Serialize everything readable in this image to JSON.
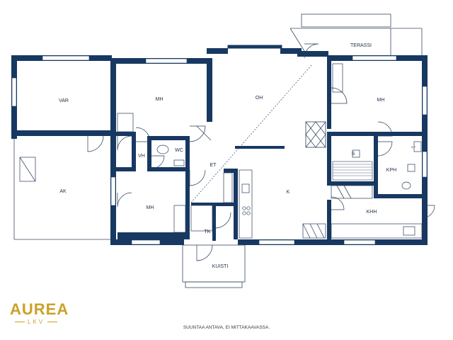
{
  "rooms": {
    "var": "VAR",
    "mh_left": "MH",
    "oh": "OH",
    "mh_right": "MH",
    "terassi": "TERASSI",
    "vh": "VH",
    "wc": "WC",
    "et": "ET",
    "s": "S",
    "kph": "KPH",
    "ak": "AK",
    "k": "K",
    "mh_bottom": "MH",
    "khh": "KHH",
    "tk": "TK",
    "kuisti": "KUISTI"
  },
  "fixture_labels": {
    "ilp": "ILP"
  },
  "note": "SUUNTAA ANTAVA, EI MITTAKAAVASSA.",
  "logo": {
    "main": "AUREA",
    "sub": "LKV"
  },
  "colors": {
    "wall": "#173861",
    "brand": "#c9a227"
  }
}
